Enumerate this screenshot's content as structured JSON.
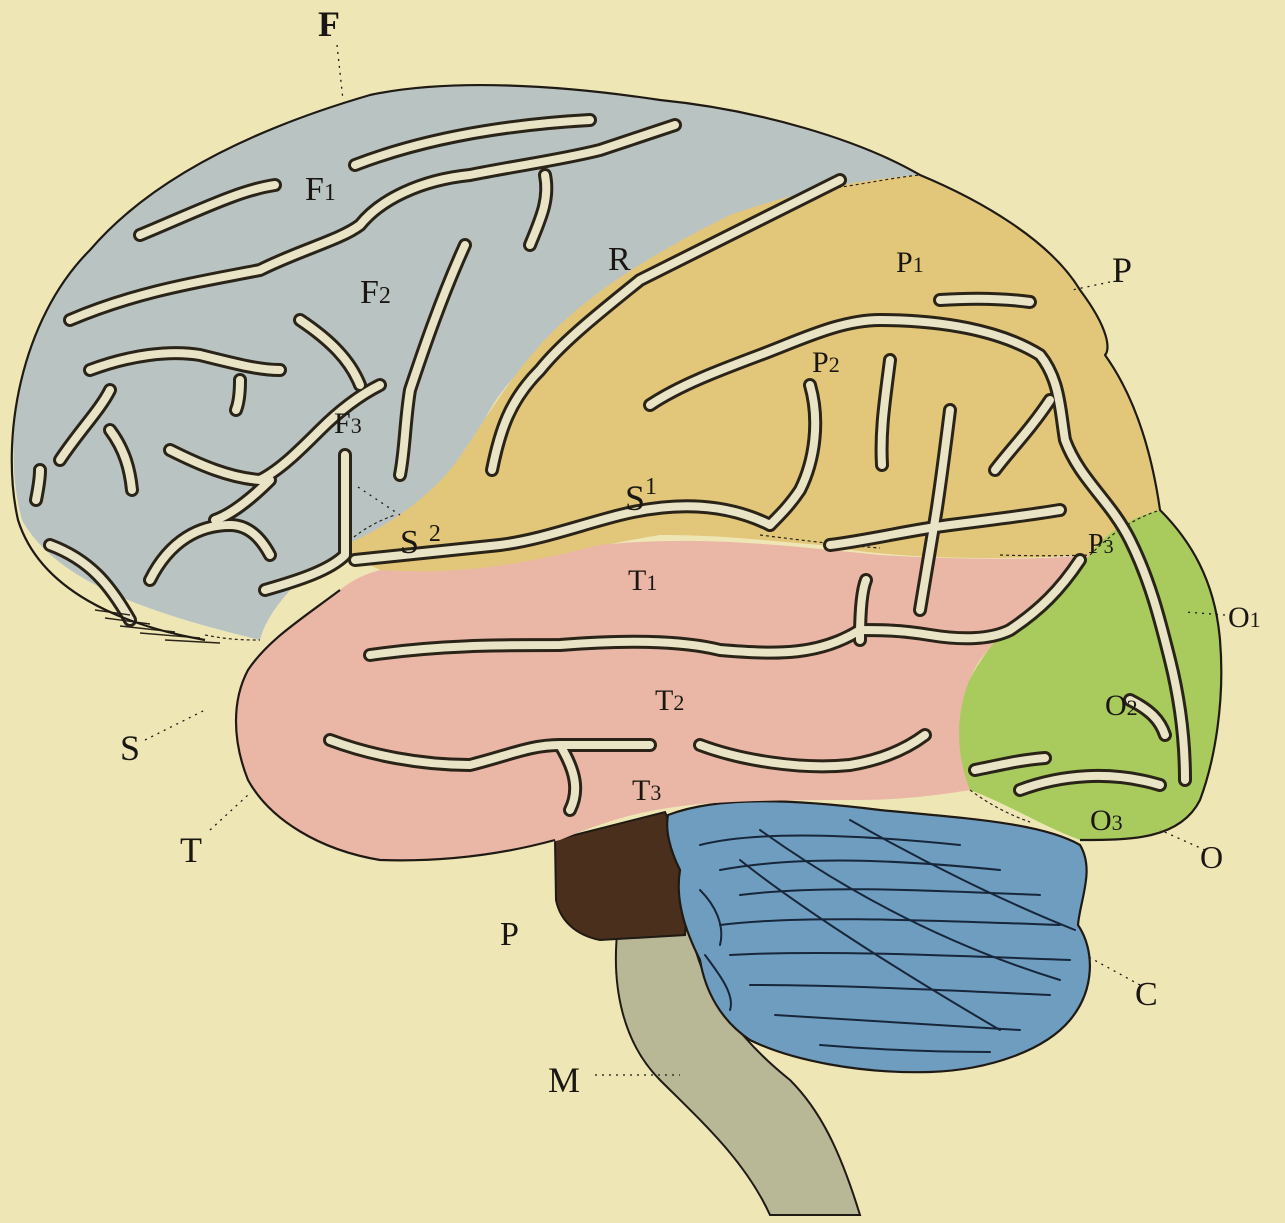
{
  "colors": {
    "background": "#efe6b6",
    "frontal": "#b9c4c2",
    "parietal": "#e2c77a",
    "temporal": "#eab7a6",
    "occipital": "#a9ca5c",
    "cerebellum": "#6e9dbf",
    "pons": "#4a2f1c",
    "medulla": "#b8b896",
    "sulcus_fill": "#e9e4c6"
  },
  "labels": {
    "F": "F",
    "F1": "F",
    "F1_sub": "1",
    "F2": "F",
    "F2_sub": "2",
    "F3": "F",
    "F3_sub": "3",
    "R": "R",
    "P_top": "P",
    "P1": "P",
    "P1_sub": "1",
    "P2": "P",
    "P2_sub": "2",
    "P3": "P",
    "P3_sub": "3",
    "S1": "S",
    "S1_sup": "1",
    "S2": "S",
    "S2_sup": "2",
    "S": "S",
    "T1": "T",
    "T1_sub": "1",
    "T2": "T",
    "T2_sub": "2",
    "T3": "T",
    "T3_sub": "3",
    "T": "T",
    "O1": "O",
    "O1_sub": "1",
    "O2": "O",
    "O2_sub": "2",
    "O3": "O",
    "O3_sub": "3",
    "O": "O",
    "P_pons": "P",
    "C": "C",
    "M": "M"
  }
}
